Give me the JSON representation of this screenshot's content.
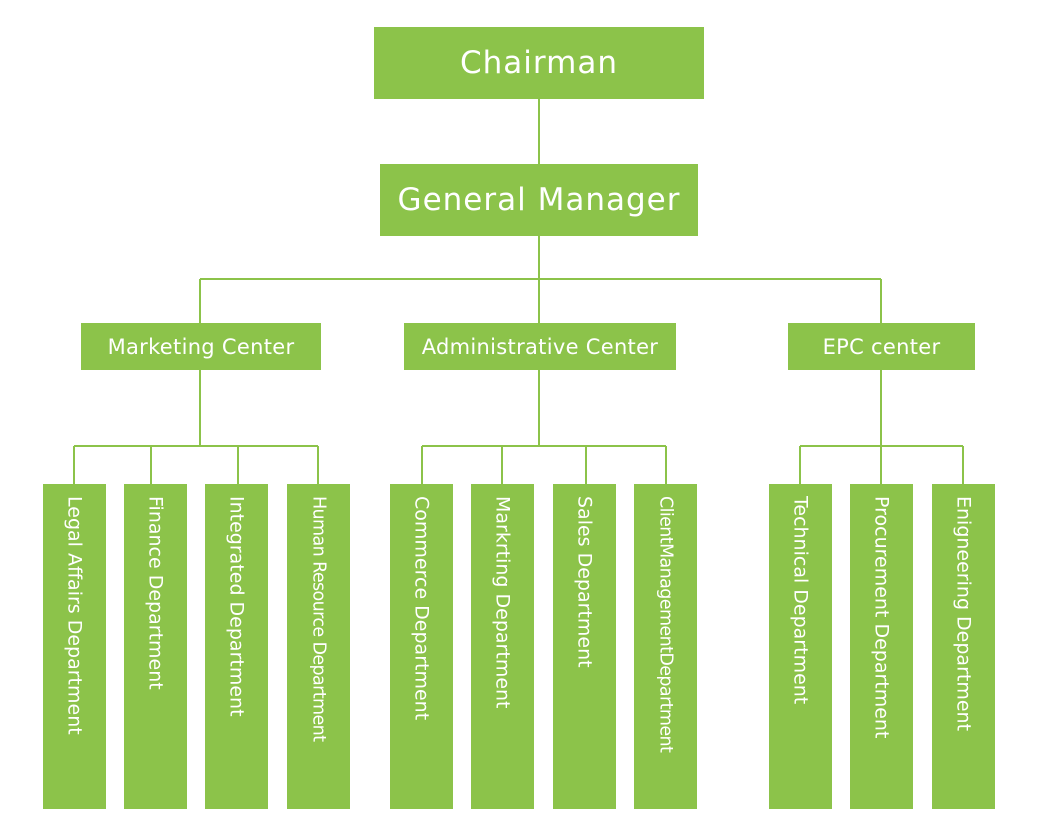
{
  "chairman": "Chairman",
  "general_manager": "General Manager",
  "centers": {
    "marketing": "Marketing Center",
    "administrative": "Administrative Center",
    "epc": "EPC center"
  },
  "departments": {
    "marketing": [
      "Legal Affairs Department",
      "Finance Department",
      "Integrated Department",
      "Human Resource Department"
    ],
    "administrative": [
      "Commerce Department",
      "Markrting Department",
      "Sales Department",
      "ClientManagementDepartment"
    ],
    "epc": [
      "Technical Department",
      "Procurement Department",
      "Enigneering Department"
    ]
  },
  "colors": {
    "box": "#8cc34a",
    "line": "#8cc34a",
    "text": "#ffffff"
  }
}
